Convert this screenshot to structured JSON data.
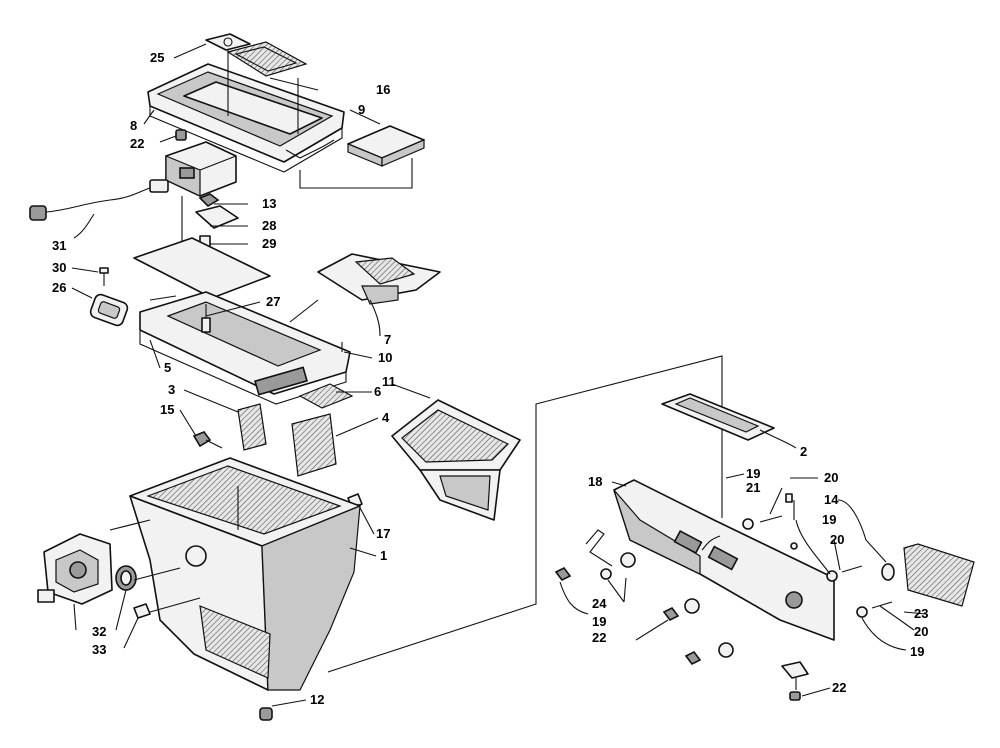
{
  "callouts": [
    {
      "id": "c25",
      "text": "25"
    },
    {
      "id": "c16",
      "text": "16"
    },
    {
      "id": "c9",
      "text": "9"
    },
    {
      "id": "c8",
      "text": "8"
    },
    {
      "id": "c22a",
      "text": "22"
    },
    {
      "id": "c13",
      "text": "13"
    },
    {
      "id": "c28",
      "text": "28"
    },
    {
      "id": "c29",
      "text": "29"
    },
    {
      "id": "c31",
      "text": "31"
    },
    {
      "id": "c30",
      "text": "30"
    },
    {
      "id": "c26",
      "text": "26"
    },
    {
      "id": "c27",
      "text": "27"
    },
    {
      "id": "c7",
      "text": "7"
    },
    {
      "id": "c10",
      "text": "10"
    },
    {
      "id": "c5",
      "text": "5"
    },
    {
      "id": "c11",
      "text": "11"
    },
    {
      "id": "c3",
      "text": "3"
    },
    {
      "id": "c6",
      "text": "6"
    },
    {
      "id": "c15",
      "text": "15"
    },
    {
      "id": "c4",
      "text": "4"
    },
    {
      "id": "c17",
      "text": "17"
    },
    {
      "id": "c1",
      "text": "1"
    },
    {
      "id": "c32",
      "text": "32"
    },
    {
      "id": "c33",
      "text": "33"
    },
    {
      "id": "c12",
      "text": "12"
    },
    {
      "id": "c2",
      "text": "2"
    },
    {
      "id": "c18",
      "text": "18"
    },
    {
      "id": "c19a",
      "text": "19"
    },
    {
      "id": "c21",
      "text": "21"
    },
    {
      "id": "c20a",
      "text": "20"
    },
    {
      "id": "c14",
      "text": "14"
    },
    {
      "id": "c19b",
      "text": "19"
    },
    {
      "id": "c20b",
      "text": "20"
    },
    {
      "id": "c24",
      "text": "24"
    },
    {
      "id": "c19c",
      "text": "19"
    },
    {
      "id": "c22b",
      "text": "22"
    },
    {
      "id": "c23",
      "text": "23"
    },
    {
      "id": "c20c",
      "text": "20"
    },
    {
      "id": "c19d",
      "text": "19"
    },
    {
      "id": "c22c",
      "text": "22"
    }
  ]
}
